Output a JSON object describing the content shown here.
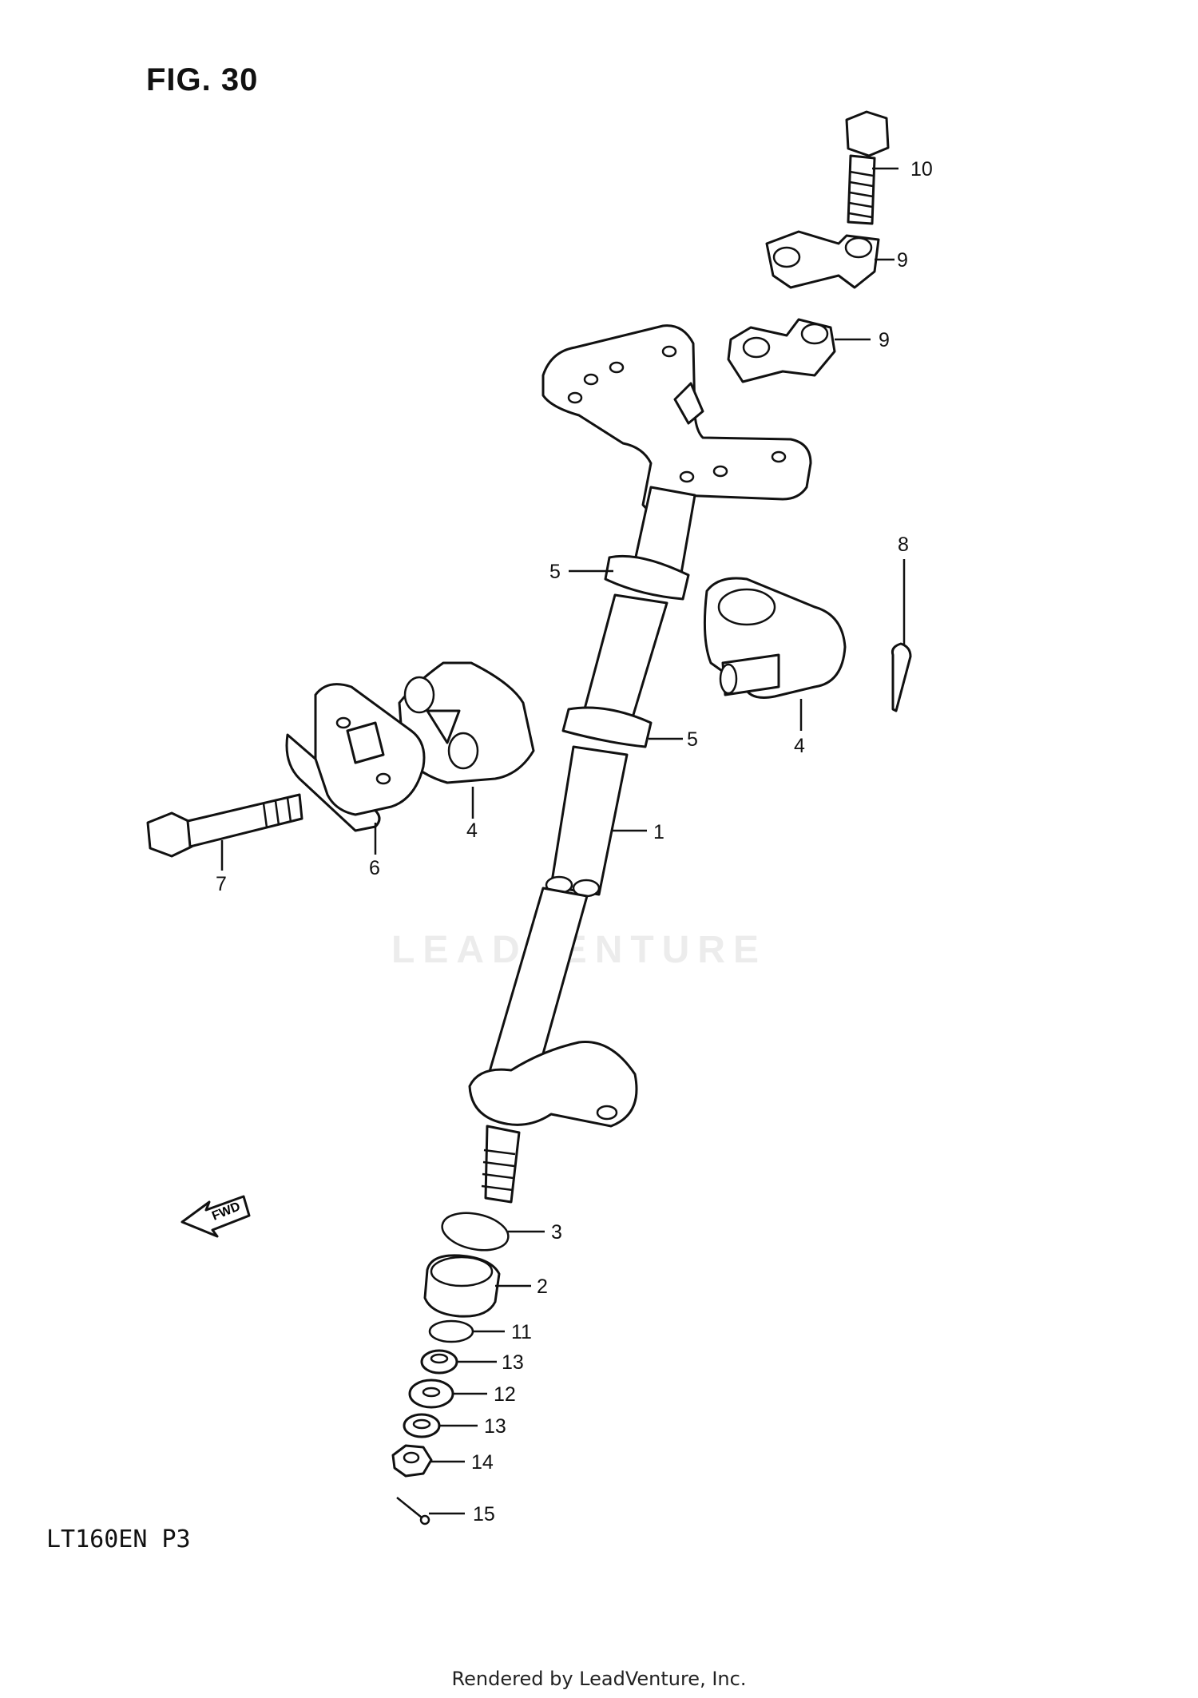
{
  "figure": {
    "title": "FIG. 30",
    "model_code": "LT160EN  P3"
  },
  "watermark": "LEADVENTURE",
  "footer": "Rendered by LeadVenture, Inc.",
  "fwd_label": "FWD",
  "callouts": [
    "10",
    "9",
    "9",
    "5",
    "8",
    "5",
    "4",
    "1",
    "4",
    "7",
    "6",
    "3",
    "2",
    "11",
    "13",
    "12",
    "13",
    "14",
    "15"
  ]
}
